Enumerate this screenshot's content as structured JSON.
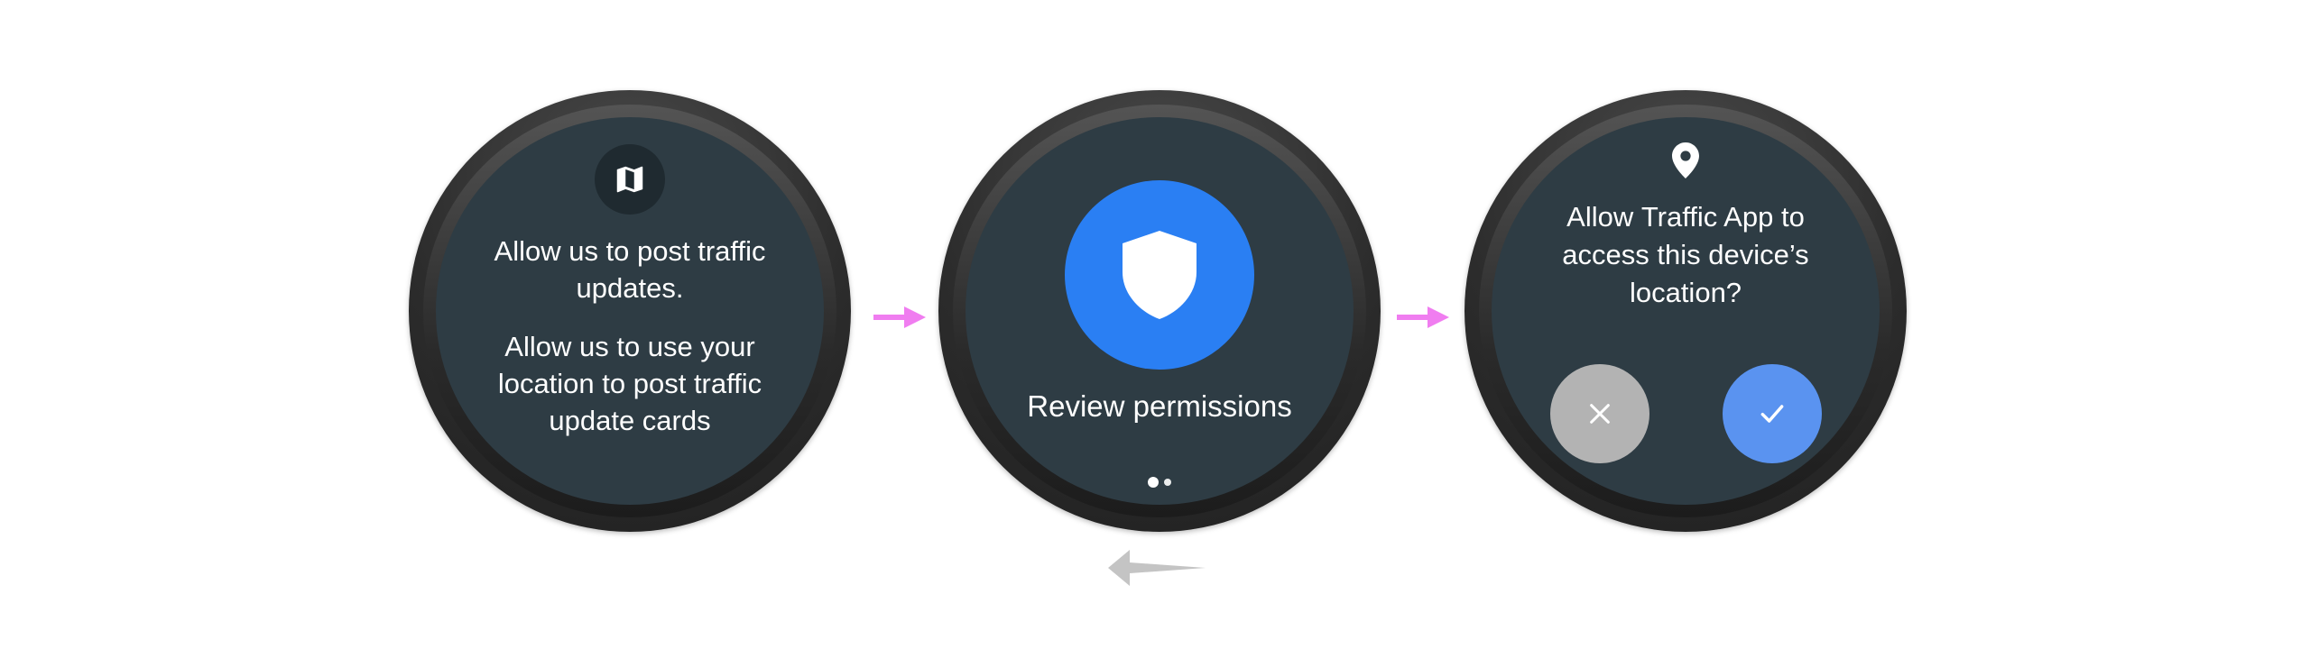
{
  "screens": {
    "intro": {
      "icon": "map-icon",
      "title": "Allow us to post traffic updates.",
      "body": "Allow us to use your location to post traffic update cards"
    },
    "review": {
      "icon": "shield-icon",
      "label": "Review permissions",
      "page_indicator": {
        "pages": 2,
        "current": 1
      }
    },
    "permission": {
      "icon": "location-pin-icon",
      "prefix": "Allow ",
      "app_name": "Traffic App",
      "suffix": " to access this device’s location?",
      "deny_icon": "close-icon",
      "allow_icon": "check-icon"
    }
  },
  "flow_arrows": {
    "forward_color": "#f07df0",
    "back_color": "#c4c4c4"
  },
  "colors": {
    "screen_bg": "#2e3c44",
    "accent_blue": "#2a7ff3",
    "allow_button": "#5a93f0",
    "deny_button": "#b3b3b3"
  }
}
